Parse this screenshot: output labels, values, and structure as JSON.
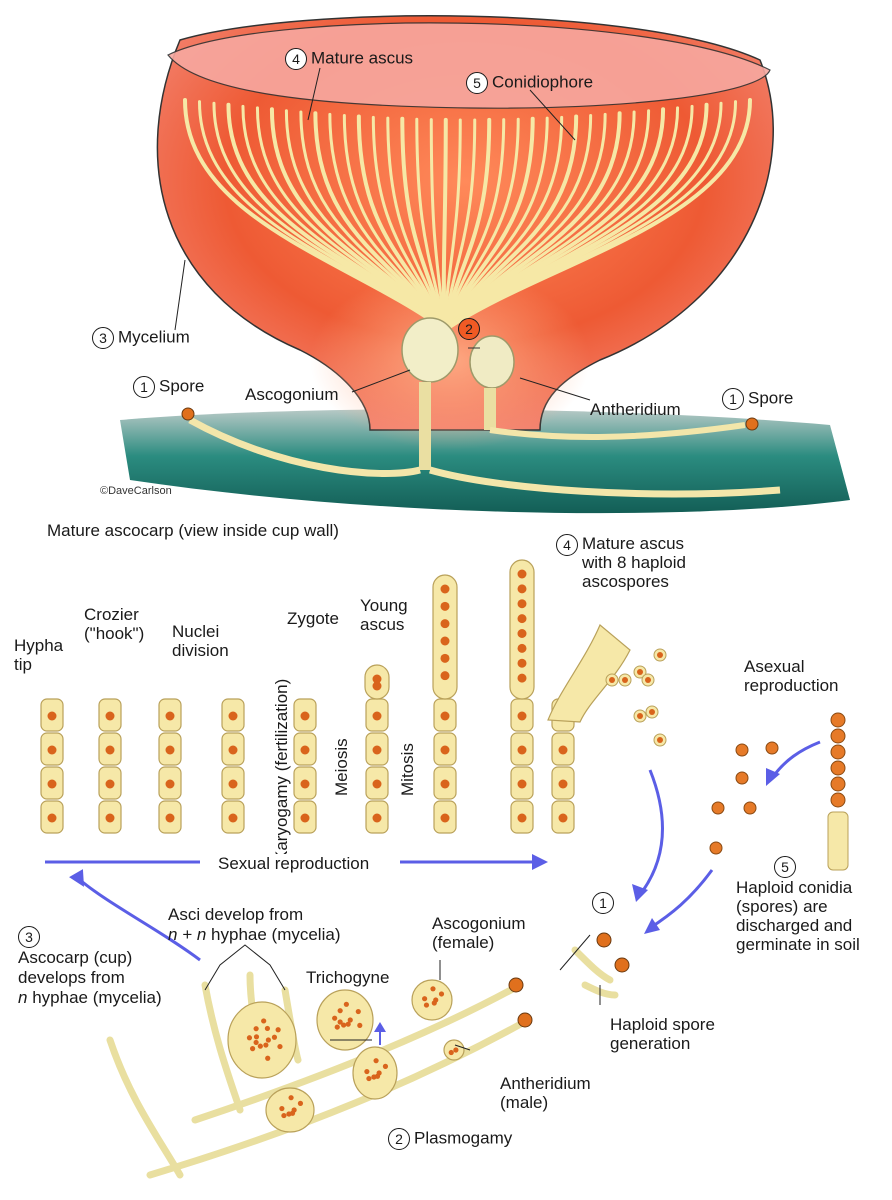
{
  "colors": {
    "cup_outer": "#f26a4a",
    "cup_inner": "#e8502e",
    "rim": "#f7a8a0",
    "hypha": "#f5e8a8",
    "hypha_stroke": "#b9a15a",
    "nucleus": "#d9641c",
    "ground": "#1f7f74",
    "arrow": "#5b5ee6"
  },
  "top": {
    "mature_ascus": {
      "num": "4",
      "text": "Mature ascus"
    },
    "conidiophore": {
      "num": "5",
      "text": "Conidiophore"
    },
    "mycelium": {
      "num": "3",
      "text": "Mycelium"
    },
    "plasmogamy_marker": "2",
    "spore_left": {
      "num": "1",
      "text": "Spore"
    },
    "spore_right": {
      "num": "1",
      "text": "Spore"
    },
    "ascogonium": "Ascogonium",
    "antheridium": "Antheridium",
    "copyright": "©DaveCarlson",
    "caption": "Mature ascocarp (view inside cup wall)"
  },
  "stages": {
    "hypha_tip": "Hypha\ntip",
    "crozier": "Crozier\n(\"hook\")",
    "nuclei_division": "Nuclei\ndivision",
    "zygote": "Zygote",
    "young_ascus": "Young\nascus",
    "karyogamy": "Karyogamy (fertilization)",
    "meiosis": "Meiosis",
    "mitosis": "Mitosis",
    "mature_ascus": {
      "num": "4",
      "text": "Mature ascus\nwith 8 haploid\nascospores"
    },
    "asexual": "Asexual\nreproduction",
    "sexual": "Sexual reproduction"
  },
  "bottom": {
    "asci_develop": {
      "pre": "Asci develop from",
      "math": "n + n",
      "post": "hyphae (mycelia)"
    },
    "ascocarp": {
      "num": "3",
      "l1": "Ascocarp (cup)",
      "l2": "develops from",
      "math": "n",
      "l3": "hyphae (mycelia)"
    },
    "ascogonium": "Ascogonium\n(female)",
    "trichogyne": "Trichogyne",
    "antheridium": "Antheridium\n(male)",
    "plasmogamy": {
      "num": "2",
      "text": "Plasmogamy"
    },
    "spore_gen_num": "1",
    "spore_gen": "Haploid spore\ngeneration",
    "conidia": {
      "num": "5",
      "text": "Haploid conidia\n(spores) are\ndischarged and\ngerminate in soil"
    }
  }
}
